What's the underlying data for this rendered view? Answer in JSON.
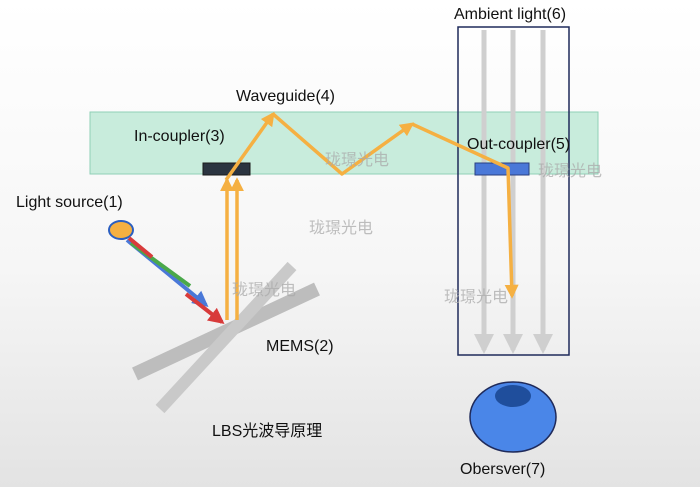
{
  "labels": {
    "ambient": "Ambient light(6)",
    "waveguide": "Waveguide(4)",
    "in_coupler": "In-coupler(3)",
    "out_coupler": "Out-coupler(5)",
    "light_source": "Light source(1)",
    "mems": "MEMS(2)",
    "caption": "LBS光波导原理",
    "observer": "Obersver(7)"
  },
  "watermark": "珑璟光电",
  "colors": {
    "waveguide_fill": "#c8ecdc",
    "waveguide_edge": "#8fd0b6",
    "beam": "#f5b042",
    "ambient_ray": "#cfcfcf",
    "frame": "#1f2a5a",
    "in_coupler": "#2b3440",
    "out_coupler": "#4a78d8",
    "source": "#f5b042",
    "eye": "#4a86e8",
    "pupil": "#1f4e9c",
    "laser_red": "#d83b3b",
    "laser_green": "#4aa84a",
    "laser_blue": "#4a78d8",
    "mems": "#bdbdbd"
  }
}
